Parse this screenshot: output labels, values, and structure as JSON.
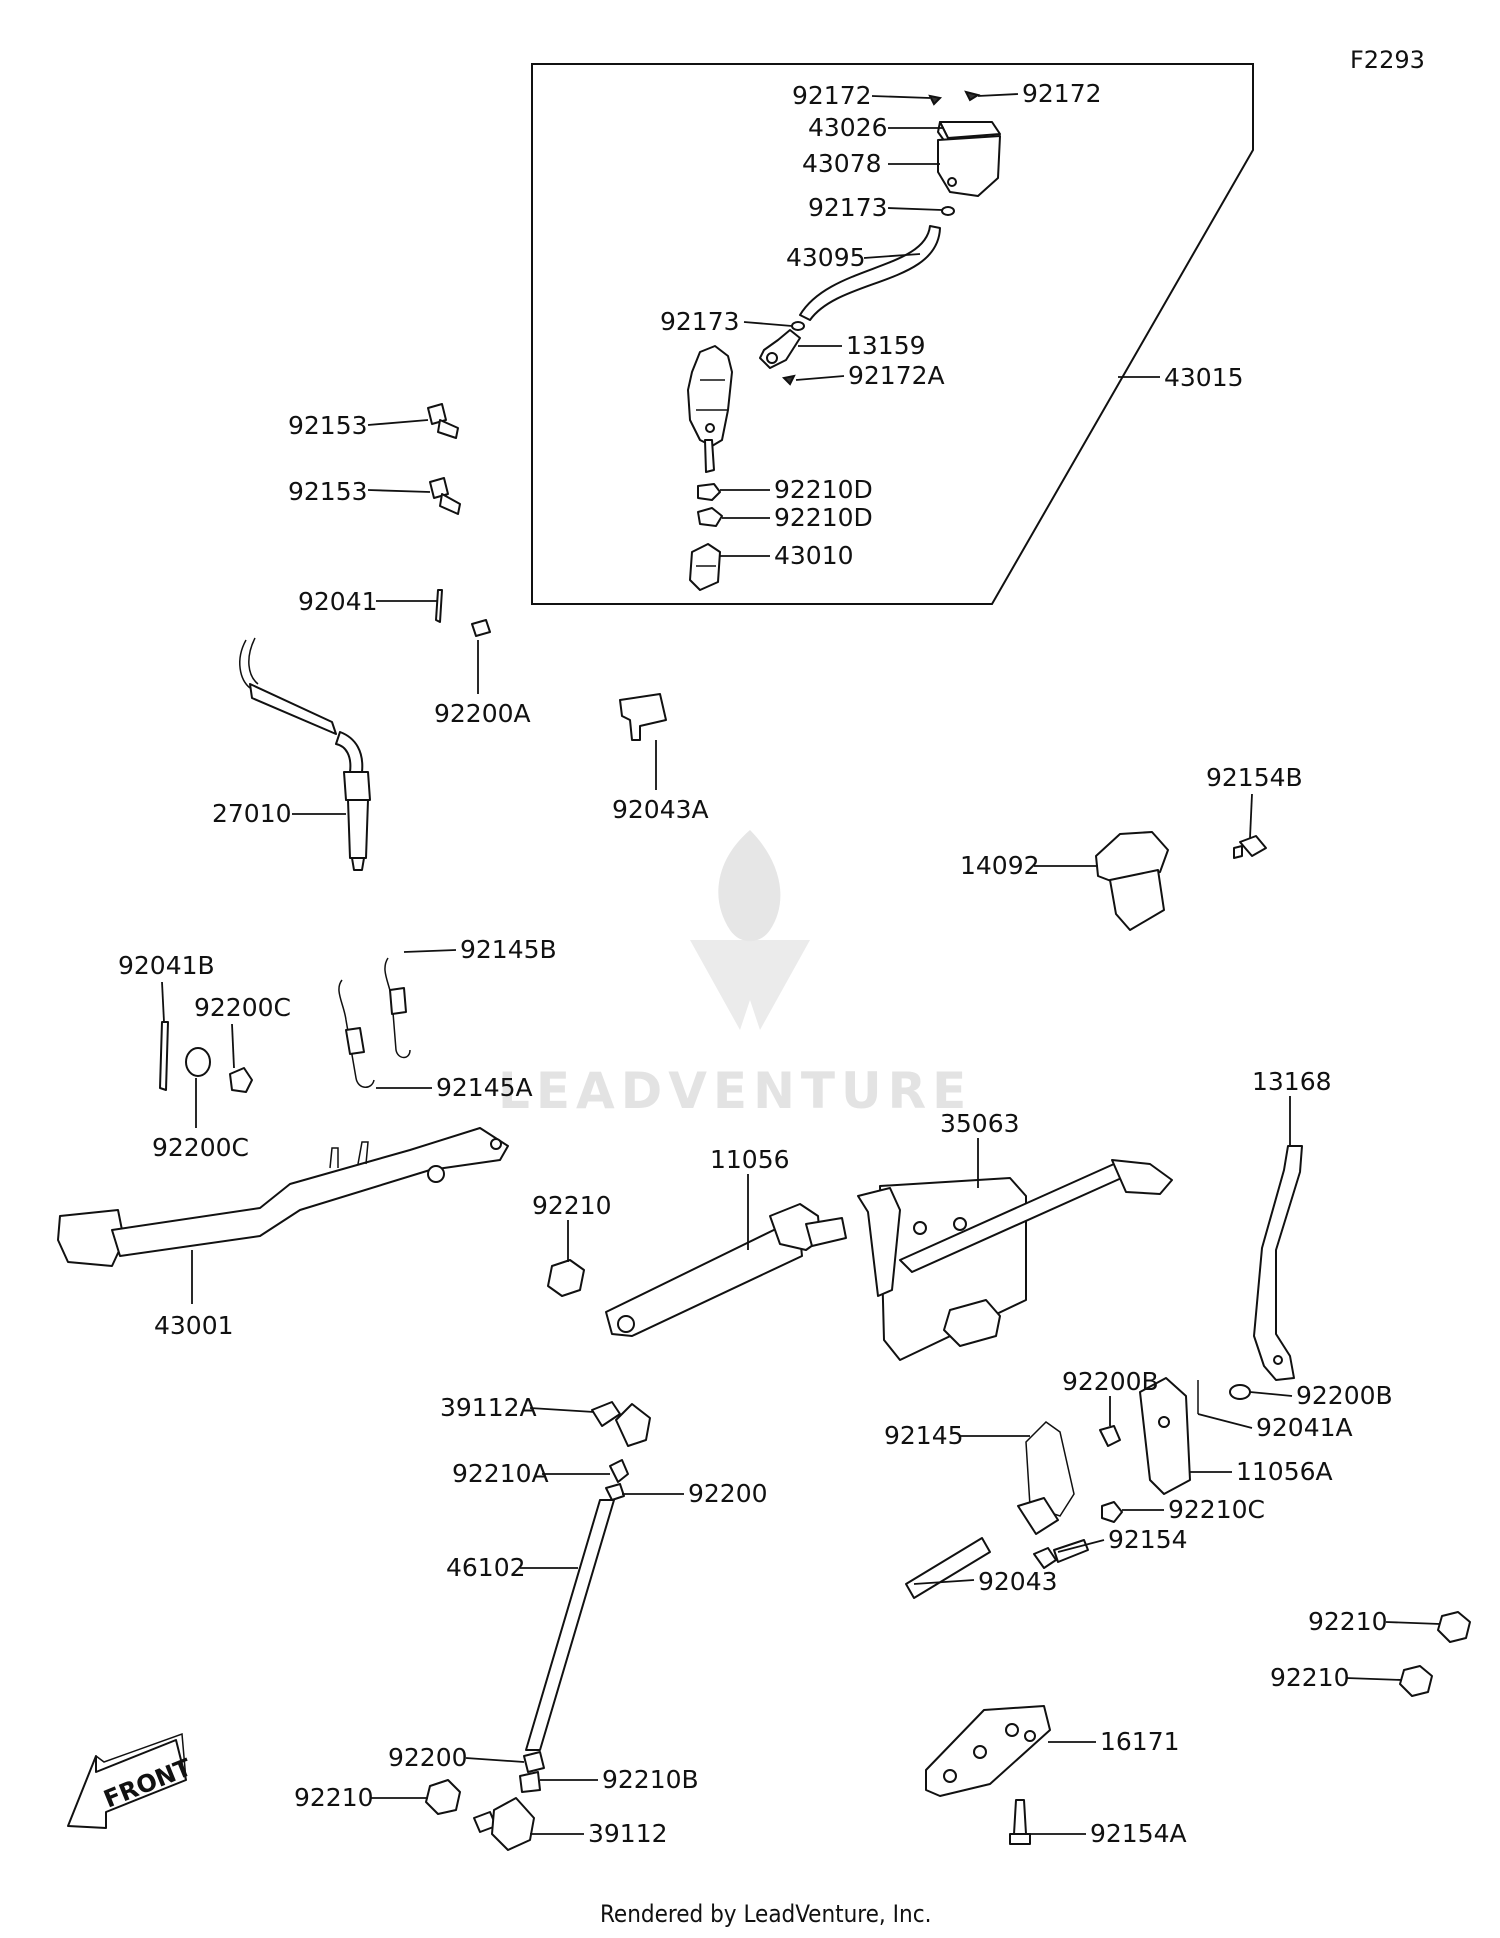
{
  "figure_ref": "F2293",
  "footer": "Rendered by LeadVenture, Inc.",
  "watermark": "LEADVENTURE",
  "front_label": "FRONT",
  "labels": {
    "l92172a": "92172",
    "l92172b": "92172",
    "l43026": "43026",
    "l43078": "43078",
    "l92173a": "92173",
    "l43095": "43095",
    "l92173b": "92173",
    "l13159": "13159",
    "l92172A": "92172A",
    "l43015": "43015",
    "l92210Da": "92210D",
    "l92210Db": "92210D",
    "l43010": "43010",
    "l92153a": "92153",
    "l92153b": "92153",
    "l92041": "92041",
    "l92200A": "92200A",
    "l27010": "27010",
    "l92043A": "92043A",
    "l92154B": "92154B",
    "l14092": "14092",
    "l92041B": "92041B",
    "l92200Ca": "92200C",
    "l92200Cb": "92200C",
    "l92145B": "92145B",
    "l92145A": "92145A",
    "l43001": "43001",
    "l92210a": "92210",
    "l11056": "11056",
    "l35063": "35063",
    "l13168": "13168",
    "l92200Ba": "92200B",
    "l92200Bb": "92200B",
    "l92041A": "92041A",
    "l92145": "92145",
    "l11056A": "11056A",
    "l92210C": "92210C",
    "l92154": "92154",
    "l92043": "92043",
    "l39112A": "39112A",
    "l92210A": "92210A",
    "l92200a": "92200",
    "l46102": "46102",
    "l92200b": "92200",
    "l92210b": "92210",
    "l92210B": "92210B",
    "l39112": "39112",
    "l92210c": "92210",
    "l92210d": "92210",
    "l16171": "16171",
    "l92154A": "92154A"
  }
}
